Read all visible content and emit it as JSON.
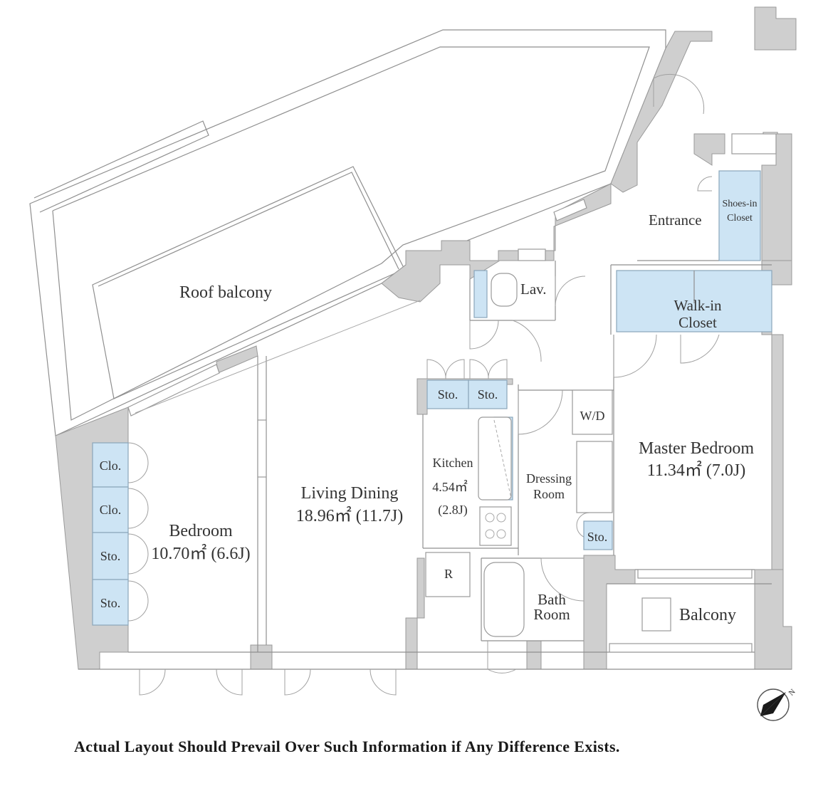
{
  "rooms": {
    "roof_balcony": "Roof balcony",
    "lav": "Lav.",
    "entrance": "Entrance",
    "shoes_closet_1": "Shoes-in",
    "shoes_closet_2": "Closet",
    "walkin_1": "Walk-in",
    "walkin_2": "Closet",
    "sto_a": "Sto.",
    "sto_b": "Sto.",
    "wd": "W/D",
    "master_1": "Master Bedroom",
    "master_2": "11.34㎡  (7.0J)",
    "kitchen_1": "Kitchen",
    "kitchen_2": "4.54㎡",
    "kitchen_3": "(2.8J)",
    "dressing_1": "Dressing",
    "dressing_2": "Room",
    "sto_dress": "Sto.",
    "living_1": "Living Dining",
    "living_2": "18.96㎡  (11.7J)",
    "clo_1": "Clo.",
    "clo_2": "Clo.",
    "sto_bed_1": "Sto.",
    "sto_bed_2": "Sto.",
    "bedroom_1": "Bedroom",
    "bedroom_2": "10.70㎡  (6.6J)",
    "fridge": "R",
    "bath_1": "Bath",
    "bath_2": "Room",
    "balcony": "Balcony"
  },
  "compass": {
    "north_label": "N"
  },
  "footer": {
    "disclaimer": "Actual Layout Should Prevail Over Such Information if Any Difference Exists."
  },
  "colors": {
    "storage": "#cde4f4",
    "wall": "#cfcfcf",
    "line": "#8f8f8f"
  }
}
